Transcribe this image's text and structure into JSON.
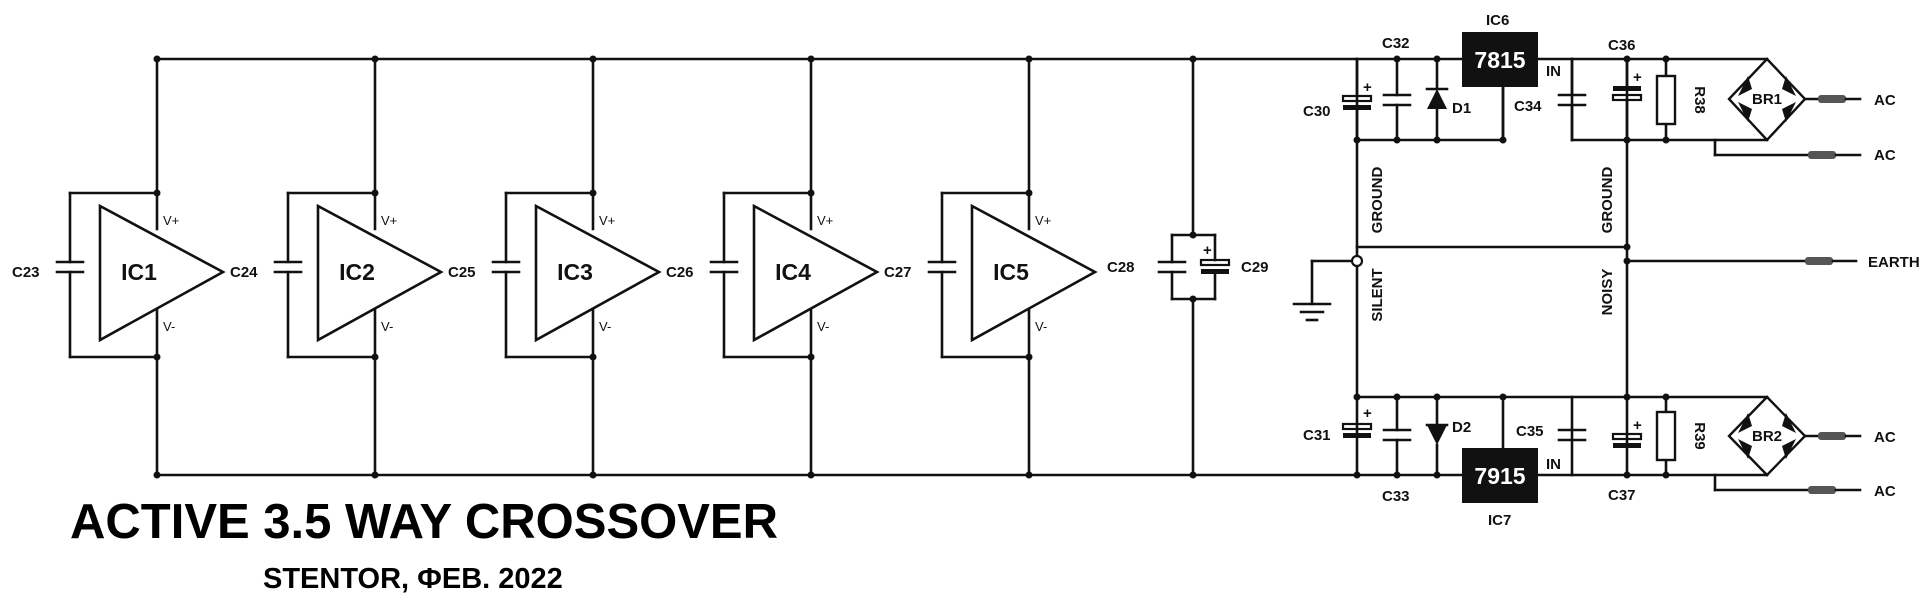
{
  "title": "ACTIVE 3.5 WAY CROSSOVER",
  "subtitle": "STENTOR, ФЕВ. 2022",
  "opamps": [
    {
      "ic": "IC1",
      "cap": "C23"
    },
    {
      "ic": "IC2",
      "cap": "C24"
    },
    {
      "ic": "IC3",
      "cap": "C25"
    },
    {
      "ic": "IC4",
      "cap": "C26"
    },
    {
      "ic": "IC5",
      "cap": "C27"
    }
  ],
  "pins": {
    "vplus": "V+",
    "vminus": "V-"
  },
  "bulk": {
    "c28": "C28",
    "c29": "C29"
  },
  "pos_supply": {
    "reg_name": "IC6",
    "reg_part": "7815",
    "in_pin": "IN",
    "c30": "C30",
    "c32": "C32",
    "d1": "D1",
    "c34": "C34",
    "c36": "C36",
    "r38": "R38",
    "bridge": "BR1",
    "ac1": "AC",
    "ac2": "AC"
  },
  "neg_supply": {
    "reg_name": "IC7",
    "reg_part": "7915",
    "in_pin": "IN",
    "c31": "C31",
    "c33": "C33",
    "d2": "D2",
    "c35": "C35",
    "c37": "C37",
    "r39": "R39",
    "bridge": "BR2",
    "ac1": "AC",
    "ac2": "AC"
  },
  "ground": {
    "silent": "SILENT",
    "noisy": "NOISY",
    "ground_left": "GROUND",
    "ground_right": "GROUND",
    "earth": "EARTH"
  }
}
